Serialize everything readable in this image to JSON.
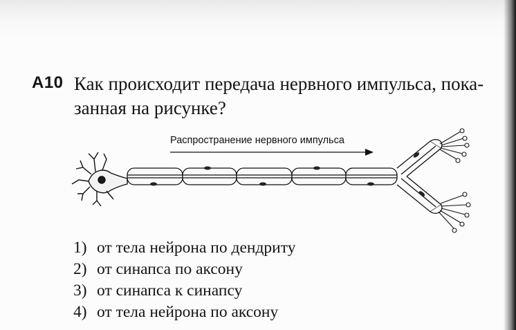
{
  "question": {
    "number": "A10",
    "line1": "Как происходит передача нервного импульса, пока-",
    "line2": "занная на рисунке?"
  },
  "figure": {
    "caption": "Распространение нервного импульса"
  },
  "answers": [
    {
      "number": "1)",
      "text": "от тела нейрона по дендриту"
    },
    {
      "number": "2)",
      "text": "от синапса по аксону"
    },
    {
      "number": "3)",
      "text": "от синапса к синапсу"
    },
    {
      "number": "4)",
      "text": "от тела нейрона по аксону"
    }
  ]
}
